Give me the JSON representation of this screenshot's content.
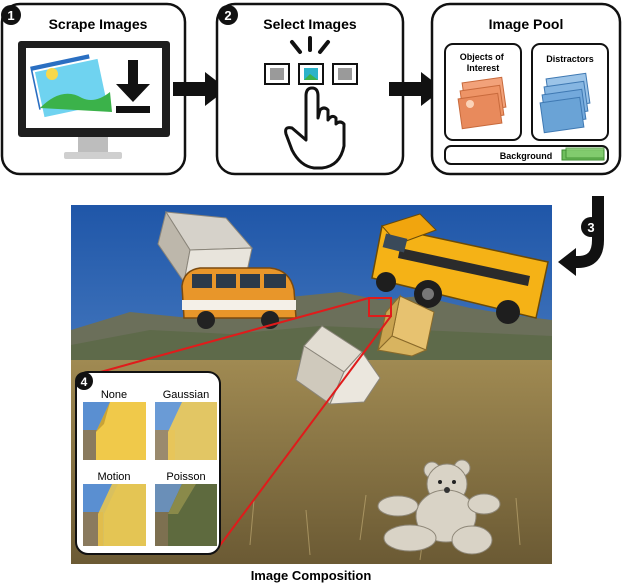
{
  "steps": {
    "scrape": {
      "number": "1",
      "title": "Scrape Images"
    },
    "select": {
      "number": "2",
      "title": "Select Images"
    },
    "pool": {
      "title": "Image Pool",
      "objects_label": "Objects of Interest",
      "distractors_label": "Distractors",
      "background_label": "Background"
    },
    "compose": {
      "number": "3"
    },
    "blending": {
      "number": "4",
      "cells": [
        {
          "label": "None"
        },
        {
          "label": "Gaussian"
        },
        {
          "label": "Motion"
        },
        {
          "label": "Poisson"
        }
      ]
    }
  },
  "caption": "Image Composition",
  "colors": {
    "outline": "#111111",
    "sky": "#2f66b8",
    "grass": "#8c7a45",
    "mountain": "#6b6f5a",
    "bus_yellow": "#f5b216",
    "van_orange": "#e8962a",
    "box": "#d8c49a",
    "red": "#e01b1b",
    "objects_fill": "#e88a5c",
    "distractors_fill": "#6aa3d6",
    "background_fill": "#6fbf5e"
  }
}
